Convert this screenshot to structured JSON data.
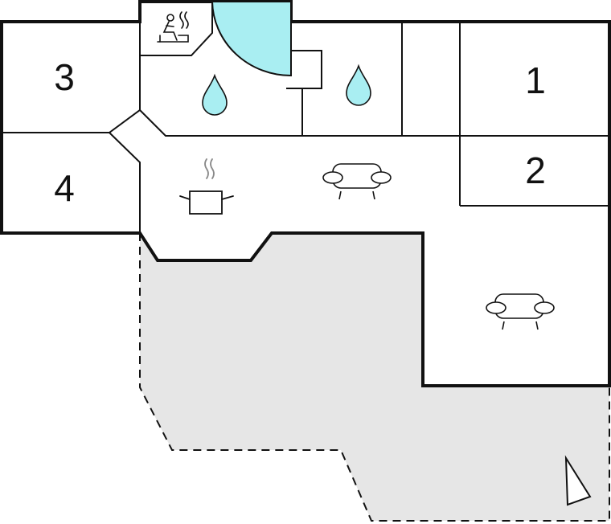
{
  "rooms": [
    {
      "id": "room-3",
      "label": "3"
    },
    {
      "id": "room-4",
      "label": "4"
    },
    {
      "id": "room-1",
      "label": "1"
    },
    {
      "id": "room-2",
      "label": "2"
    }
  ],
  "icons": [
    "sauna-icon",
    "water-drop-icon",
    "water-drop-icon",
    "cooking-pot-icon",
    "sofa-icon",
    "sofa-icon",
    "north-arrow-icon"
  ],
  "colors": {
    "wall": "#111111",
    "terrace": "#e6e6e6",
    "shower": "#a9eef2",
    "water": "#a9eef2"
  }
}
